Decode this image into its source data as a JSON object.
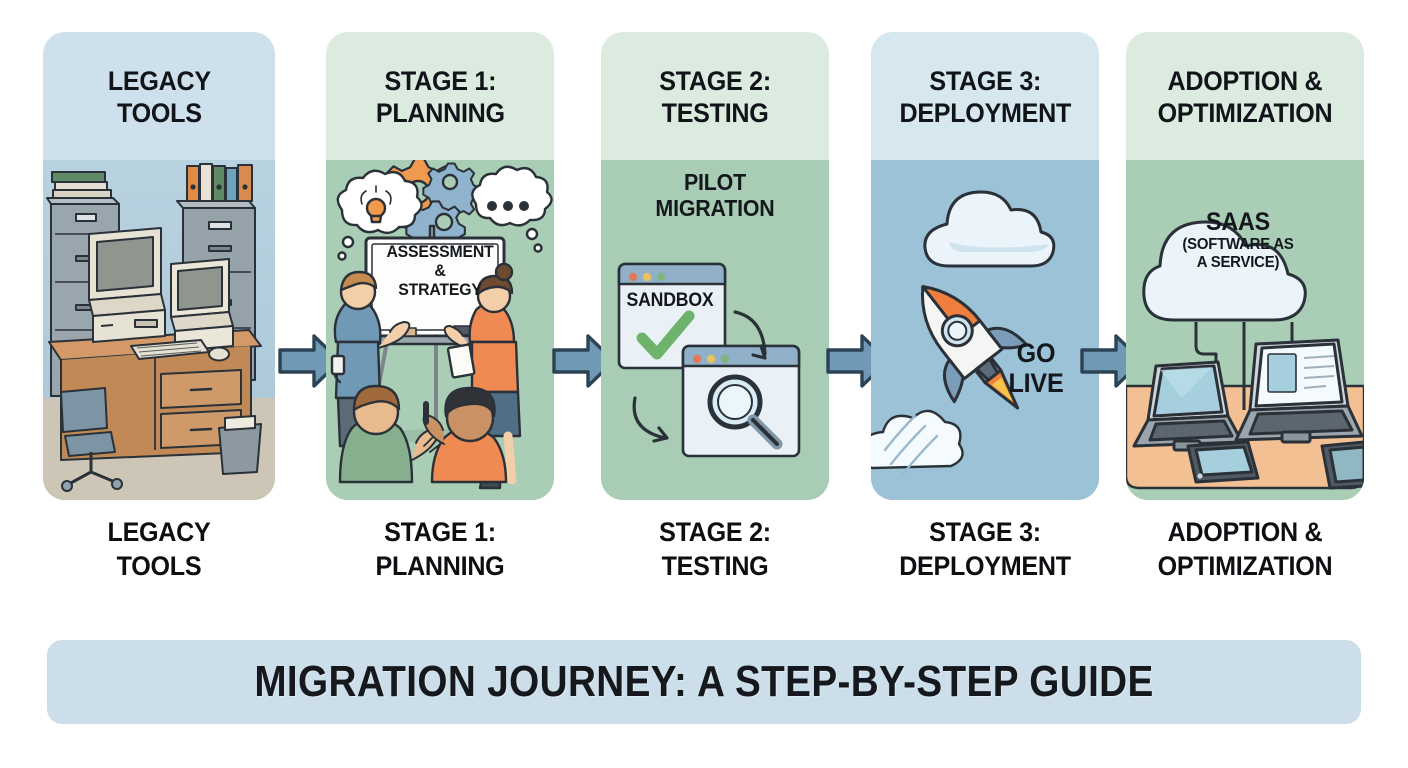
{
  "title_banner": {
    "text": "MIGRATION JOURNEY: A STEP-BY-STEP GUIDE",
    "background": "#cddeeb",
    "text_color": "#15181c"
  },
  "diagram": {
    "type": "process-flow",
    "orientation": "left-to-right",
    "step_count": 5,
    "connector_count": 4,
    "connector": {
      "shape": "right-arrow",
      "fill": "#6f99b4",
      "outline": "#2c4356"
    }
  },
  "panels": [
    {
      "id": "legacy-tools",
      "header": "LEGACY\nTOOLS",
      "header_line1": "LEGACY",
      "header_line2": "TOOLS",
      "caption_line1": "LEGACY",
      "caption_line2": "TOOLS",
      "header_bg": "#cde0ec",
      "body_bg": "#b4cedc",
      "illustration": "old-office-desk-with-crt-computers-filing-cabinets-binders-office-chair",
      "inline_labels": []
    },
    {
      "id": "stage-1-planning",
      "header_line1": "STAGE 1:",
      "header_line2": "PLANNING",
      "caption_line1": "STAGE 1:",
      "caption_line2": "PLANNING",
      "header_bg": "#dcebdf",
      "body_bg": "#aacdb5",
      "illustration": "team-at-whiteboard-with-gears-and-thought-bubbles",
      "inline_labels": [
        "ASSESSMENT",
        "&",
        "STRATEGY"
      ],
      "whiteboard_line1": "ASSESSMENT",
      "whiteboard_line2": "&",
      "whiteboard_line3": "STRATEGY"
    },
    {
      "id": "stage-2-testing",
      "header_line1": "STAGE 2:",
      "header_line2": "TESTING",
      "caption_line1": "STAGE 2:",
      "caption_line2": "TESTING",
      "header_bg": "#dcebdf",
      "body_bg": "#a9ccb4",
      "illustration": "two-browser-windows-sandbox-checkmark-and-magnifier-with-curved-arrows",
      "inline_labels": [
        "PILOT",
        "MIGRATION",
        "SANDBOX"
      ],
      "overline_line1": "PILOT",
      "overline_line2": "MIGRATION",
      "window_label": "SANDBOX"
    },
    {
      "id": "stage-3-deployment",
      "header_line1": "STAGE 3:",
      "header_line2": "DEPLOYMENT",
      "caption_line1": "STAGE 3:",
      "caption_line2": "DEPLOYMENT",
      "header_bg": "#d7e7f0",
      "body_bg": "#9cc2d7",
      "illustration": "rocket-launching-with-smoke-trail-toward-cloud",
      "inline_labels": [
        "GO",
        "LIVE"
      ],
      "golive_line1": "GO",
      "golive_line2": "LIVE"
    },
    {
      "id": "adoption-optimization",
      "header_line1": "ADOPTION &",
      "header_line2": "OPTIMIZATION",
      "caption_line1": "ADOPTION &",
      "caption_line2": "OPTIMIZATION",
      "header_bg": "#dcebdf",
      "body_bg": "#aacdb5",
      "illustration": "saas-cloud-connected-to-laptops-and-tablets-on-desk",
      "inline_labels": [
        "SAAS",
        "(SOFTWARE AS",
        "A SERVICE)"
      ],
      "cloud_line1": "SAAS",
      "cloud_line2": "(SOFTWARE AS",
      "cloud_line3": "A SERVICE)",
      "desk_color": "#f2c093"
    }
  ]
}
